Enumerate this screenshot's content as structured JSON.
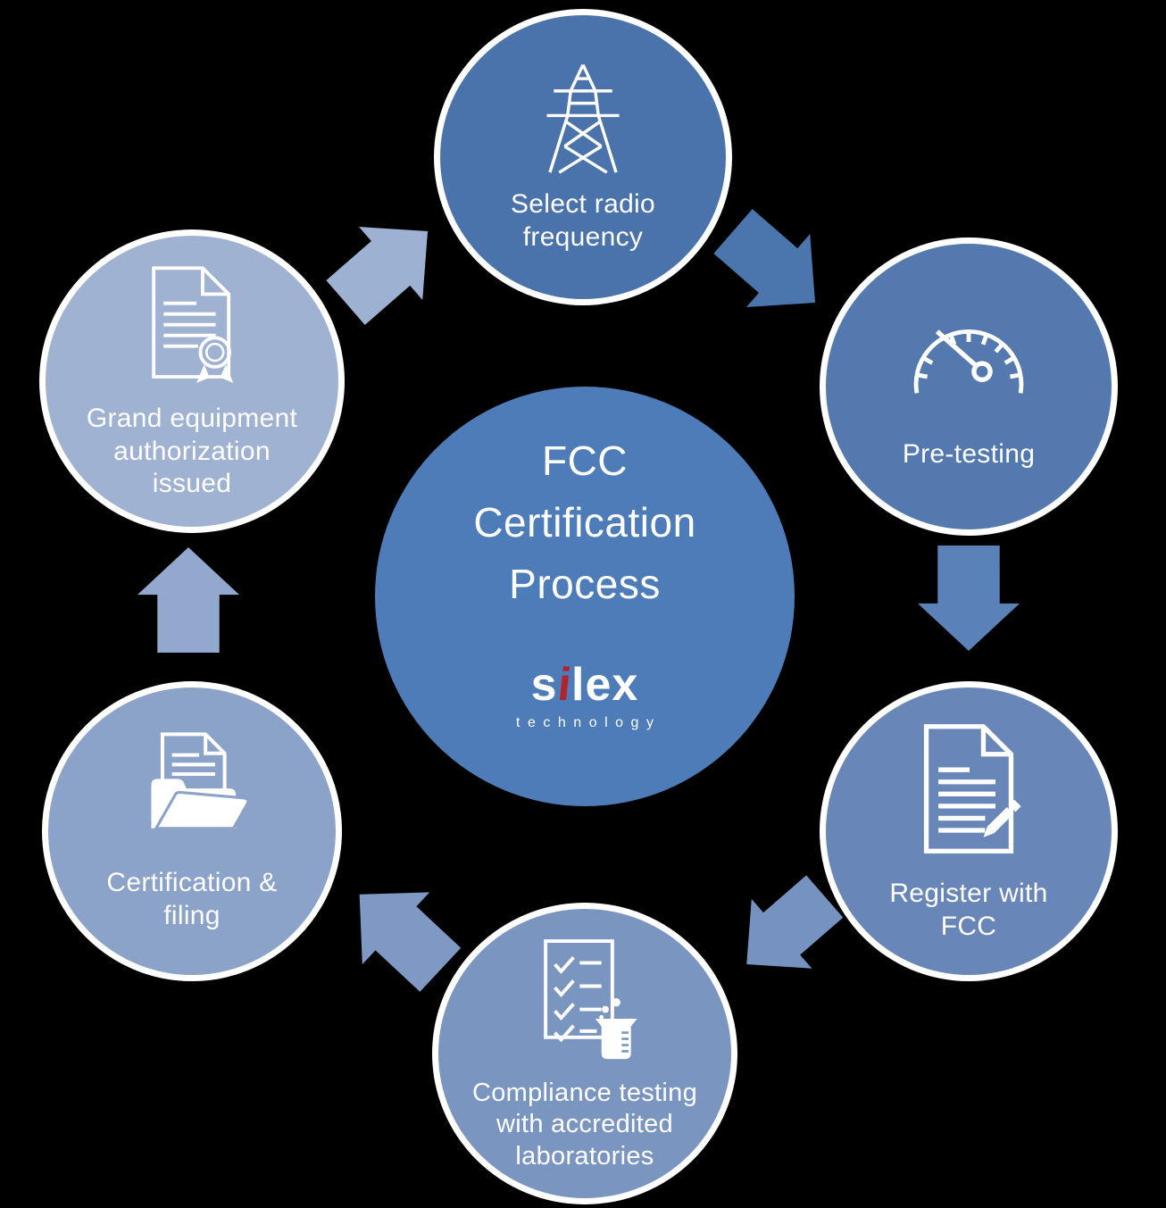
{
  "canvas": {
    "background_color": "#000000"
  },
  "center": {
    "title": "FCC\nCertification\nProcess",
    "color": "#4d7cb8",
    "text_color": "#ffffff",
    "logo": {
      "brand_prefix": "s",
      "brand_accent_letter": "i",
      "brand_suffix": "lex",
      "subtext": "technology",
      "accent_color": "#b4232b"
    }
  },
  "steps": [
    {
      "name": "select-radio-frequency",
      "label": "Select radio\nfrequency",
      "icon": "transmission-tower-icon",
      "color": "#4a73ac"
    },
    {
      "name": "pre-testing",
      "label": "Pre-testing",
      "icon": "gauge-icon",
      "color": "#5379ae"
    },
    {
      "name": "register-with-fcc",
      "label": "Register with\nFCC",
      "icon": "document-pencil-icon",
      "color": "#6886b7"
    },
    {
      "name": "compliance-testing",
      "label": "Compliance testing\nwith accredited\nlaboratories",
      "icon": "checklist-beaker-icon",
      "color": "#7b95c1"
    },
    {
      "name": "certification-filing",
      "label": "Certification &\nfiling",
      "icon": "folder-document-icon",
      "color": "#8ba2c9"
    },
    {
      "name": "grand-equipment-authorization-issued",
      "label": "Grand equipment\nauthorization\nissued",
      "icon": "certificate-document-icon",
      "color": "#9fb2d2"
    }
  ],
  "arrows": [
    {
      "name": "arrow-grand-to-select",
      "direction": "up-right",
      "color": "#9db1d3"
    },
    {
      "name": "arrow-select-to-pretesting",
      "direction": "down-right",
      "color": "#4a76ad"
    },
    {
      "name": "arrow-pretesting-to-register",
      "direction": "down",
      "color": "#5b82b8"
    },
    {
      "name": "arrow-register-to-compliance",
      "direction": "down-left",
      "color": "#7692c0"
    },
    {
      "name": "arrow-compliance-to-certification",
      "direction": "up-left",
      "color": "#7f98c4"
    },
    {
      "name": "arrow-certification-to-grand",
      "direction": "up",
      "color": "#92a8cd"
    }
  ]
}
